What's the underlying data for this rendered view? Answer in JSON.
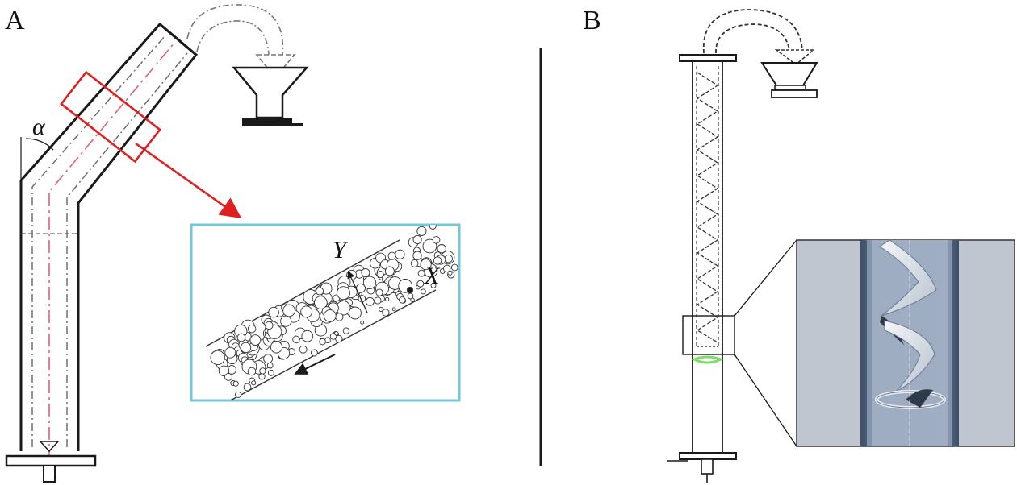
{
  "panels": {
    "a": {
      "label": "A",
      "angle_symbol": "α",
      "inset_axis_y": "Y",
      "inset_axis_x": "X"
    },
    "b": {
      "label": "B"
    }
  },
  "colors": {
    "highlight_box": "#e02020",
    "arrow": "#e02020",
    "centerline": "#e0607a",
    "inset_border": "#74c6da",
    "outline": "#1a1a1a",
    "dashed": "#666666",
    "green_ring": "#7ddc6a",
    "render_bg": "#bfc6cf",
    "render_tube": "#4a5e78"
  }
}
